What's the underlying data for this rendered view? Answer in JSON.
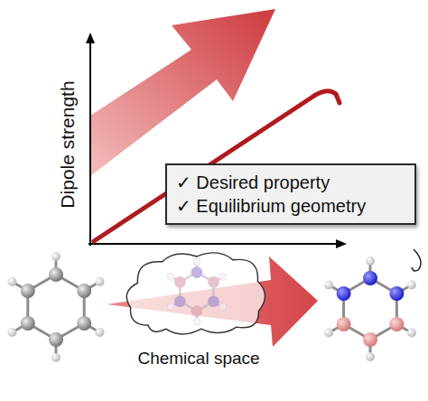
{
  "diagram": {
    "nodes": [
      {
        "text": [
          "✓ Desired property",
          "✓ Equilibrium geometry"
        ]
      },
      {
        "text": [
          "Chemical space"
        ]
      }
    ],
    "labels": [
      "Dipole strength"
    ]
  }
}
